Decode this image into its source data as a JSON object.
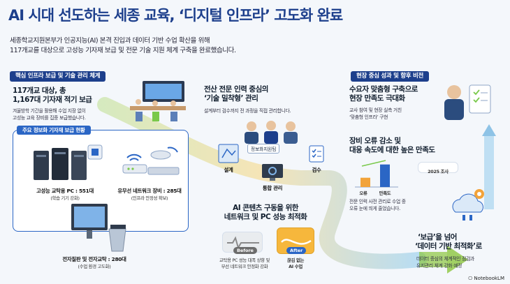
{
  "title": "AI 시대 선도하는 세종 교육, ‘디지털 인프라’ 고도화 완료",
  "intro": [
    "세종학교지원본부가 인공지능(AI) 본격 진입과 데이터 기반 수업 확산을 위해",
    "117개교를 대상으로 고성능 기자재 보급 및 전문 기술 지원 체계 구축을 완료했습니다."
  ],
  "left_section": {
    "pill": "핵심 인프라 보급 및 기술 관리 체계",
    "heading": [
      "117개교 대상, 총",
      "1,167대 기자재 적기 보급"
    ],
    "desc": [
      "겨울방학 기간을 활용해 수업 지장 없이",
      "고성능 교육 장비를 집중 보급했습니다."
    ],
    "box_label": "주요 정보화 기자재 보급 현황",
    "pc": {
      "label": "고성능 교탁용 PC : 551대",
      "sub": "(학습 기기 강화)"
    },
    "network": {
      "label": "유무선 네트워크 장비 : 285대",
      "sub": "(인프라 안정성 확보)"
    },
    "board": {
      "label": "전자칠판 및 전자교탁 : 280대",
      "sub": "(수업 환경 고도화)"
    }
  },
  "center_section": {
    "heading": [
      "전산 전문 인력 중심의",
      "‘기술 밀착형’ 관리"
    ],
    "desc": "설계부터 검수까지 전 과정을 직접 관리합니다.",
    "team_label": "정보화지원팀",
    "steps": [
      "설계",
      "통합 관리",
      "검수"
    ]
  },
  "ai_section": {
    "heading": [
      "AI 콘텐츠 구동을 위한",
      "네트워크 및 PC 성능 최적화"
    ],
    "before_tag": "Before",
    "after_tag": "After",
    "before_desc": [
      "교탁용 PC 성능 대폭 상향 및",
      "무선 네트워크 안정화 강화"
    ],
    "after_desc": [
      "끊김 없는",
      "AI 수업"
    ]
  },
  "right_section": {
    "pill": "현장 중심 성과 및 향후 비전",
    "block1": {
      "heading": [
        "수요자 맞춤형 구축으로",
        "현장 만족도 극대화"
      ],
      "desc": [
        "교사 참여 및 현장 실측 거친",
        "‘맞춤형 인프라’ 구현"
      ]
    },
    "block2": {
      "heading": [
        "장비 오류 감소 및",
        "대응 속도에 대한 높은 만족도"
      ],
      "badge": "2025 조사",
      "bars": [
        "오류",
        "만족도"
      ],
      "desc": [
        "전문 인력 사전 관리로 수업 중",
        "오류 눈에 띄게 줄었습니다."
      ]
    },
    "block3": {
      "heading": [
        "‘보급’을 넘어",
        "‘데이터 기반 최적화’로"
      ],
      "desc": [
        "데이터 중심의 체계적인 점검과",
        "유지관리 체계 강화 예정"
      ]
    }
  },
  "chart_values": {
    "오류": 0.35,
    "만족도": 0.85
  },
  "logo": "NotebookLM",
  "colors": {
    "brand": "#1d3f8c",
    "accent": "#2b66c5",
    "green": "#7ac94b",
    "orange": "#f2a33a"
  }
}
